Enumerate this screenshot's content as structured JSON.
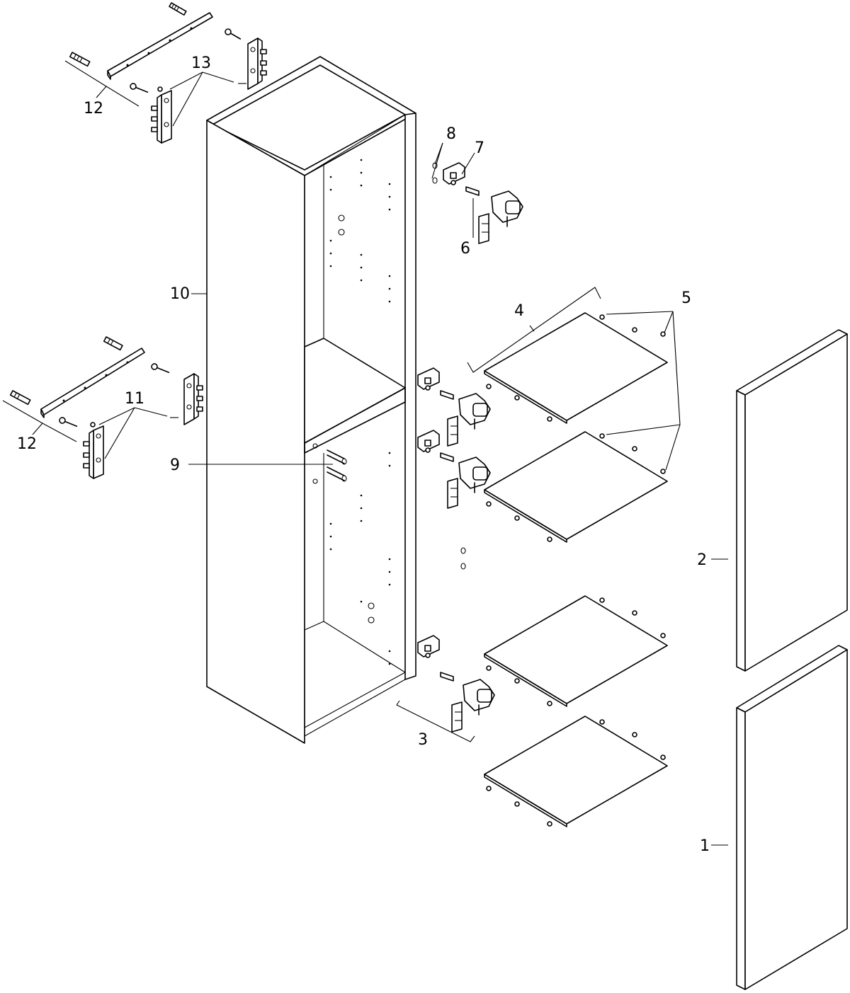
{
  "diagram": {
    "labels": {
      "l1": "1",
      "l2": "2",
      "l3": "3",
      "l4": "4",
      "l5": "5",
      "l6": "6",
      "l7": "7",
      "l8": "8",
      "l9": "9",
      "l10": "10",
      "l11": "11",
      "l12a": "12",
      "l12b": "12",
      "l13": "13"
    }
  }
}
